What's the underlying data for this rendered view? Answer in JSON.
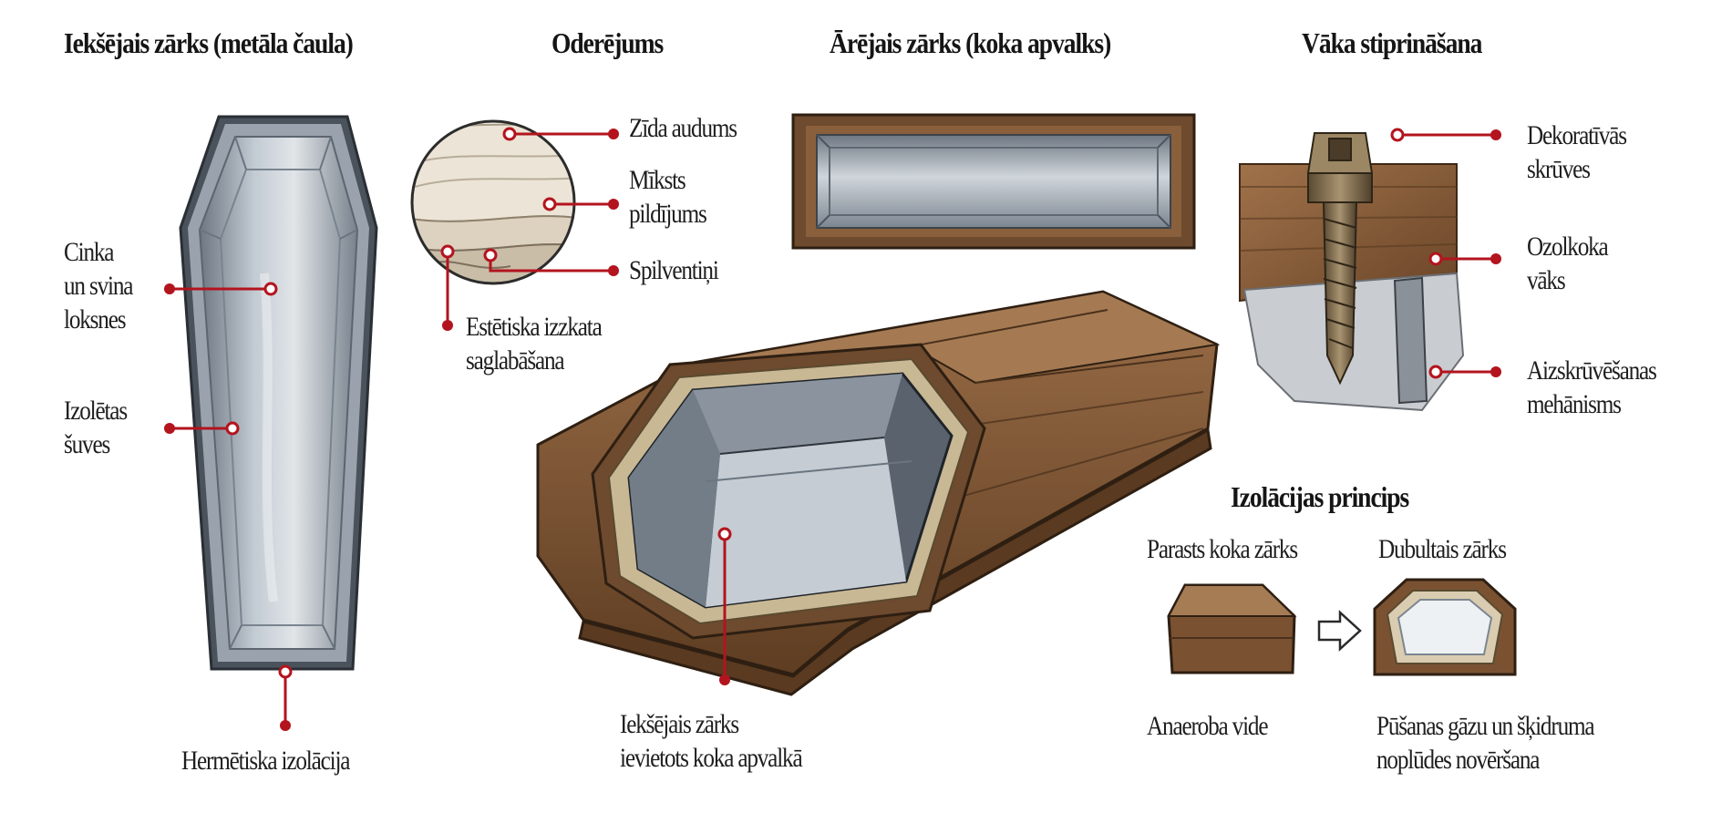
{
  "sections": {
    "inner_coffin": {
      "title": "Iekšējais zārks (metāla čaula)",
      "labels": {
        "zinc_lead": "Cinka\nun svina\nloksnes",
        "seams": "Izolētas\nšuves",
        "seal": "Hermētiska izolācija"
      }
    },
    "lining": {
      "title": "Oderējums",
      "labels": {
        "silk": "Zīda audums",
        "padding": "Mīksts\npildījums",
        "pillows": "Spilventiņi",
        "aesthetic": "Estētiska izzkata\nsaglabāšana"
      }
    },
    "outer_coffin": {
      "title": "Ārējais zārks (koka apvalks)"
    },
    "lid": {
      "title": "Vāka stiprināšana",
      "labels": {
        "screws": "Dekoratīvās\nskrūves",
        "oak_lid": "Ozolkoka\nvāks",
        "mechanism": "Aizskrūvēšanas\nmehānisms"
      }
    },
    "assembly": {
      "label": "Iekšējais zārks\nievietots koka apvalkā"
    },
    "principle": {
      "title": "Izolācijas princips",
      "left_caption": "Parasts koka zārks",
      "right_caption": "Dubultais zārks",
      "left_result": "Anaeroba vide",
      "right_result": "Pūšanas gāzu un šķidruma\nnoplūdes novēršana"
    }
  },
  "colors": {
    "callout": "#b3141e",
    "wood": "#7a5232",
    "metal": "#8c96a3"
  }
}
